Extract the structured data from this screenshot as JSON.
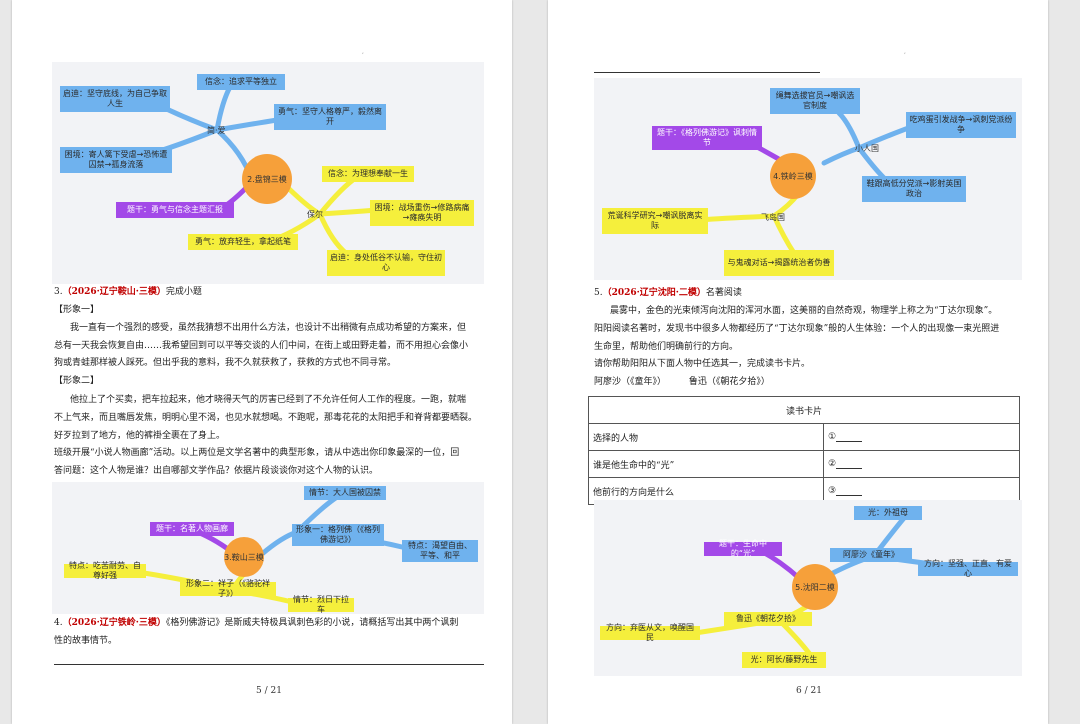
{
  "left_page": {
    "mindmap1": {
      "center": "2.盘锦三模",
      "mid_left": "简·爱",
      "mid_right": "保尔",
      "jane": {
        "xinnian": "信念：追求平等独立",
        "qishi": "启迪：坚守底线，为自己争取人生",
        "yongqi": "勇气：坚守人格尊严，毅然离开",
        "kunjing": "困境：寄人篱下受虐→恐怖遭囚禁→孤身流落"
      },
      "paul": {
        "xinnian": "信念：为理想奉献一生",
        "kunjing": "困境：战场重伤→修路病痛→瘫痪失明",
        "yongqi": "勇气：放弃轻生，拿起纸笔",
        "qidi": "启迪：身处低谷不认输，守住初心"
      },
      "theme": "题干：勇气与信念主题汇报"
    },
    "q3": {
      "num": "3.",
      "source": "（2026·辽宁鞍山·三模）",
      "title": "完成小题",
      "heading1": "【形象一】",
      "para1": [
        "我一直有一个强烈的感受，虽然我猜想不出用什么方法，也设计不出稍微有点成功希望的方案来，但",
        "总有一天我会恢复自由……我希望回到可以平等交谈的人们中间，在街上或田野走着，而不用担心会像小",
        "狗或青蛙那样被人踩死。但出乎我的意料，我不久就获救了，获救的方式也不同寻常。"
      ],
      "heading2": "【形象二】",
      "para2": [
        "他拉上了个买卖，把车拉起来，他才晓得天气的厉害已经到了不允许任何人工作的程度。一跑，就喘",
        "不上气来，而且嘴唇发焦，明明心里不渴，也见水就想喝。不跑呢，那毒花花的太阳把手和脊背都要晒裂。",
        "好歹拉到了地方，他的裤褂全裹在了身上。"
      ],
      "question": [
        "班级开展“小说人物画廊”活动。以上两位是文学名著中的典型形象，请从中选出你印象最深的一位，回",
        "答问题：这个人物是谁？出自哪部文学作品？依据片段谈谈你对这个人物的认识。"
      ]
    },
    "mindmap2": {
      "center": "3.鞍山三模",
      "theme": "题干：名著人物画廊",
      "image1": "形象一：格列佛（《格列佛游记》）",
      "plot1": "情节：大人国被囚禁",
      "trait1": "特点：渴望自由、平等、和平",
      "image2": "形象二：祥子（《骆驼祥子》）",
      "trait2": "特点：吃苦耐劳、自尊好强",
      "plot2": "情节：烈日下拉车"
    },
    "q4": {
      "num": "4.",
      "source": "（2026·辽宁铁岭·三模）",
      "text1": "《格列佛游记》是斯威夫特极具讽刺色彩的小说，请概括写出其中两个讽刺",
      "text2": "性的故事情节。"
    },
    "page_number": "5 / 21"
  },
  "right_page": {
    "mindmap1": {
      "center": "4.铁岭三模",
      "mid_top": "小人国",
      "mid_bottom": "飞岛国",
      "theme": "题干：《格列佛游记》讽刺情节",
      "xiaorenguo": {
        "a": "绳舞选拔官员→嘲讽选官制度",
        "b": "吃鸡蛋引发战争→讽刺党派纷争",
        "c": "鞋跟高低分党派→影射英国政治"
      },
      "feidaoguo": {
        "a": "荒诞科学研究→嘲讽脱离实际",
        "b": "与鬼魂对话→揭露统治者伪善"
      }
    },
    "q5": {
      "num": "5.",
      "source": "（2026·辽宁沈阳·二模）",
      "title": "名著阅读",
      "para": [
        "晨雾中，金色的光束倾泻向沈阳的浑河水面，这美丽的自然奇观，物理学上称之为“丁达尔现象”。",
        "阳阳阅读名著时，发现书中很多人物都经历了“丁达尔现象”般的人生体验：一个人的出现像一束光照进",
        "生命里，帮助他们明确前行的方向。"
      ],
      "instruction": "请你帮助阳阳从下面人物中任选其一，完成读书卡片。",
      "options": "阿廖沙（《童年》）        鲁迅（《朝花夕拾》）"
    },
    "card": {
      "title": "读书卡片",
      "rows": [
        {
          "label": "选择的人物",
          "answer": "①"
        },
        {
          "label": "谁是他生命中的“光”",
          "answer": "②"
        },
        {
          "label": "他前行的方向是什么",
          "answer": "③"
        }
      ]
    },
    "mindmap2": {
      "center": "5.沈阳二模",
      "theme": "题干：生命中的“光”",
      "alyosha": "阿廖沙《童年》",
      "light1": "光：外祖母",
      "direction1": "方向：坚强、正直、有爱心",
      "luxun": "鲁迅《朝花夕拾》",
      "light2": "光：阿长/藤野先生",
      "direction2": "方向：弃医从文，唤醒国民"
    },
    "page_number": "6 / 21"
  },
  "colors": {
    "blue_node": "#6fb2ee",
    "yellow_node": "#f5ef3c",
    "purple_node": "#a349e8",
    "center_node": "#f6a03a",
    "source_red": "#c00000"
  }
}
